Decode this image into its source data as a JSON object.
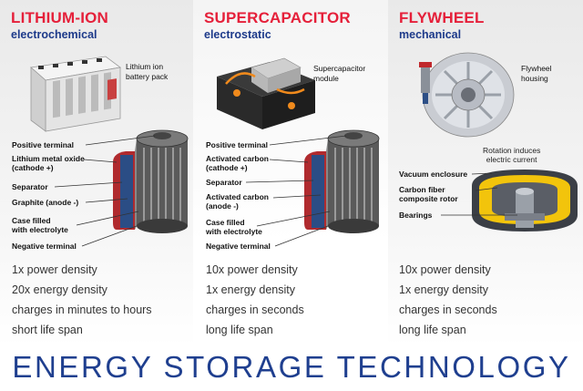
{
  "columns": {
    "lithium": {
      "title": "LITHIUM-ION",
      "subtitle": "electrochemical",
      "image_label": "Lithium ion\nbattery pack",
      "parts": [
        "Positive terminal",
        "Lithium metal oxide\n(cathode +)",
        "Separator",
        "Graphite (anode -)",
        "Case filled\nwith electrolyte",
        "Negative terminal"
      ],
      "stats": [
        "1x power density",
        "20x energy density",
        "charges in minutes to hours",
        "short life span"
      ]
    },
    "supercap": {
      "title": "SUPERCAPACITOR",
      "subtitle": "electrostatic",
      "image_label": "Supercapacitor\nmodule",
      "parts": [
        "Positive terminal",
        "Activated carbon\n(cathode +)",
        "Separator",
        "Activated carbon\n(anode -)",
        "Case filled\nwith electrolyte",
        "Negative terminal"
      ],
      "stats": [
        "10x power density",
        "1x energy density",
        "charges in seconds",
        "long life span"
      ]
    },
    "flywheel": {
      "title": "FLYWHEEL",
      "subtitle": "mechanical",
      "image_label": "Flywheel\nhousing",
      "rotation_note": "Rotation induces\nelectric current",
      "parts": [
        "Vacuum enclosure",
        "Carbon fiber\ncomposite rotor",
        "Bearings"
      ],
      "stats": [
        "10x power density",
        "1x energy density",
        "charges in seconds",
        "long life span"
      ]
    }
  },
  "banner": "ENERGY STORAGE TECHNOLOGY",
  "colors": {
    "title_red": "#e5203a",
    "subtitle_blue": "#1d3a8a",
    "banner_blue": "#1f3f8f",
    "rotor_yellow": "#f2c40c",
    "cathode_red": "#c0282c",
    "anode_blue": "#2d4f86"
  }
}
